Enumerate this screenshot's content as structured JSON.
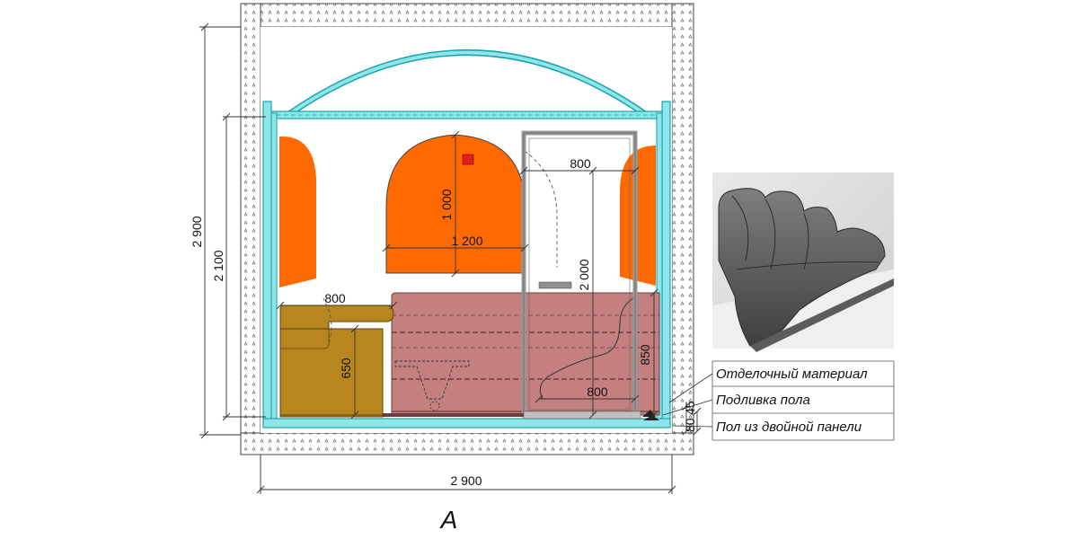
{
  "colors": {
    "wall_fill": "#ffffff",
    "panel": "#8fe6ea",
    "panel_dark": "#1aa3a8",
    "orange": "#ff6a00",
    "bench": "#b8861e",
    "mauve": "#c47f7f",
    "frame": "#a0a0a0",
    "red_marker": "#e02020",
    "line": "#222222"
  },
  "dimensions": {
    "total_height": "2 900",
    "interior_height": "2 100",
    "total_width": "2 900",
    "niche_height": "1 000",
    "niche_width": "1 200",
    "door_width_top": "800",
    "door_height": "2 000",
    "door_width_bottom": "800",
    "bench_width": "800",
    "bench_height": "650",
    "platform_height": "850",
    "layer_a": "80",
    "layer_b": "45"
  },
  "callouts": [
    {
      "text": "Отделочный материал"
    },
    {
      "text": "Подливка пола"
    },
    {
      "text": "Пол из двойной панели"
    }
  ],
  "view_label": "A",
  "photo_icon": "bench-render-image"
}
